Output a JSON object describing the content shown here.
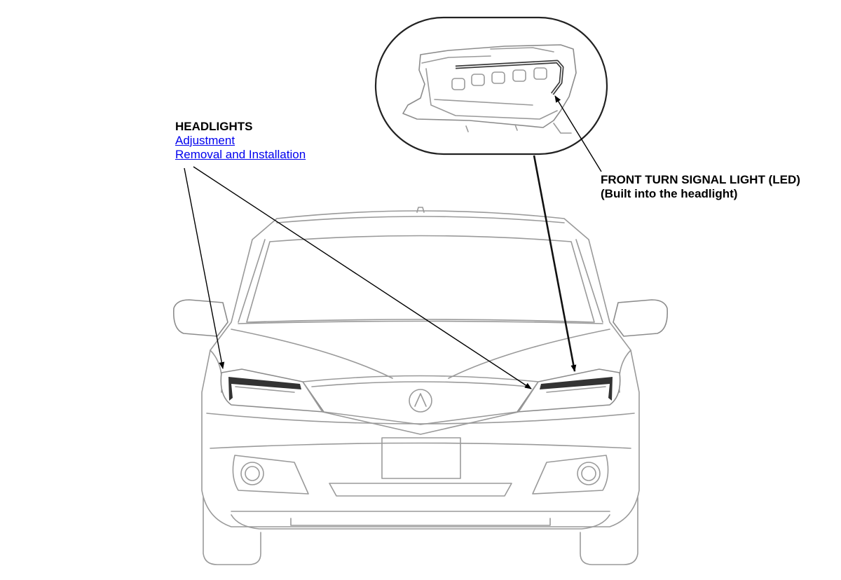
{
  "headlights": {
    "title": "HEADLIGHTS",
    "links": [
      "Adjustment",
      "Removal and Installation"
    ]
  },
  "turn_signal": {
    "line1": "FRONT TURN SIGNAL LIGHT (LED)",
    "line2": "(Built into the headlight)"
  },
  "colors": {
    "link": "#0000ee",
    "outline": "#9a9a9a",
    "lamp_strip": "#3a3a3a"
  }
}
